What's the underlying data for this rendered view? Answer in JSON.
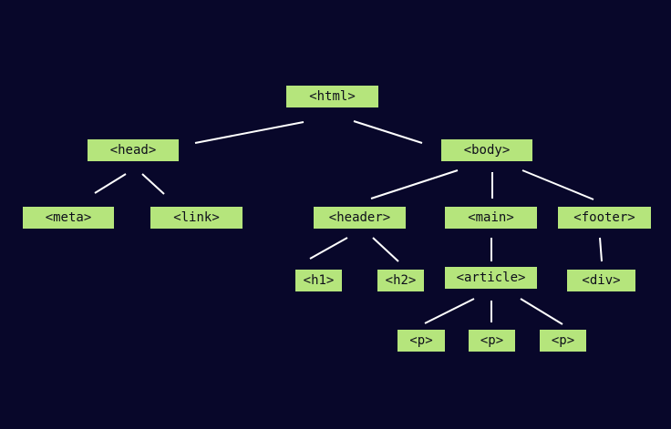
{
  "diagram": {
    "nodes": {
      "html": "<html>",
      "head": "<head>",
      "body": "<body>",
      "meta": "<meta>",
      "link": "<link>",
      "header": "<header>",
      "main": "<main>",
      "footer": "<footer>",
      "h1": "<h1>",
      "h2": "<h2>",
      "article": "<article>",
      "div": "<div>",
      "p1": "<p>",
      "p2": "<p>",
      "p3": "<p>"
    },
    "colors": {
      "background": "#08072a",
      "node_fill": "#b5e57c",
      "node_text": "#0d0d1a",
      "edge": "#ffffff"
    }
  }
}
